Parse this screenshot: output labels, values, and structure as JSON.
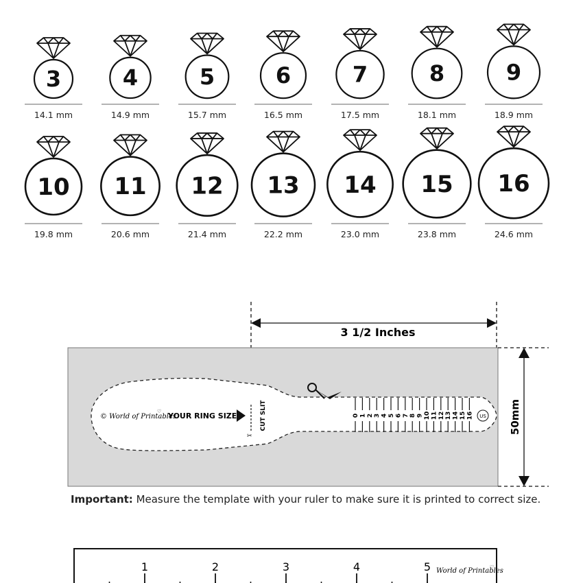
{
  "sizes": [
    {
      "size": "3",
      "mm": "14.1 mm"
    },
    {
      "size": "4",
      "mm": "14.9 mm"
    },
    {
      "size": "5",
      "mm": "15.7 mm"
    },
    {
      "size": "6",
      "mm": "16.5 mm"
    },
    {
      "size": "7",
      "mm": "17.5 mm"
    },
    {
      "size": "8",
      "mm": "18.1 mm"
    },
    {
      "size": "9",
      "mm": "18.9 mm"
    },
    {
      "size": "10",
      "mm": "19.8 mm"
    },
    {
      "size": "11",
      "mm": "20.6 mm"
    },
    {
      "size": "12",
      "mm": "21.4 mm"
    },
    {
      "size": "13",
      "mm": "22.2 mm"
    },
    {
      "size": "14",
      "mm": "23.0 mm"
    },
    {
      "size": "15",
      "mm": "23.8 mm"
    },
    {
      "size": "16",
      "mm": "24.6 mm"
    }
  ],
  "sizer": {
    "width_label": "3 1/2 Inches",
    "height_label": "50mm",
    "brand": "© World of Printables",
    "your_size": "YOUR RING SIZE",
    "cut_slit": "CUT SLIT",
    "scale": [
      "0",
      "1",
      "2",
      "3",
      "4",
      "5",
      "6",
      "7",
      "8",
      "9",
      "10",
      "11",
      "12",
      "13",
      "14",
      "15",
      "16"
    ],
    "us_badge": "US"
  },
  "notice": {
    "bold": "Important:",
    "text": " Measure the template with your ruler to make sure it is printed to correct size."
  },
  "ruler": {
    "numbers": [
      "1",
      "2",
      "3",
      "4",
      "5"
    ],
    "brand": "World of Printables"
  },
  "colors": {
    "template_bg": "#d9d9d9",
    "ink": "#111111"
  }
}
